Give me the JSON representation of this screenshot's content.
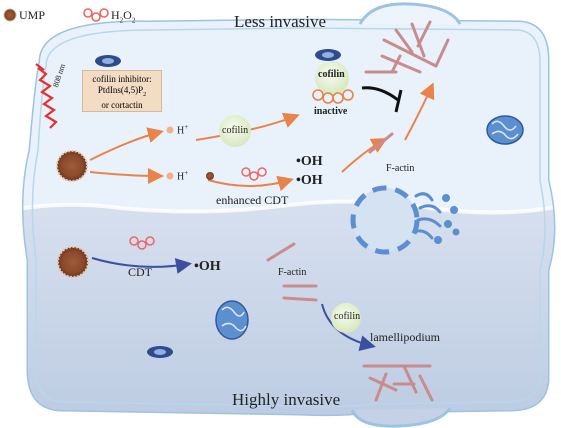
{
  "legend": {
    "ump_label": "UMP",
    "h2o2_label": "H",
    "h2o2_sub1": "2",
    "h2o2_mid": "O",
    "h2o2_sub2": "2"
  },
  "top_title": "Less invasive",
  "bottom_title": "Highly invasive",
  "laser_label": "808 nm",
  "inhibitor_box": {
    "line1": "cofilin inhibitor:",
    "line2": "PtdIns(4,5)P",
    "line2_sub": "2",
    "line3": "or cortactin"
  },
  "labels": {
    "h_plus_upper": "H",
    "h_plus_lower": "H",
    "plus": "+",
    "cofilin_upper": "cofilin",
    "cofilin_inactive_top": "cofilin",
    "inactive": "inactive",
    "oh_upper_1": "•OH",
    "oh_upper_2": "•OH",
    "enhanced_cdt": "enhanced CDT",
    "factin_upper": "F-actin",
    "cdt": "CDT",
    "oh_lower": "•OH",
    "factin_lower": "F-actin",
    "cofilin_lower": "cofilin",
    "lamellipodium": "lamellipodium"
  },
  "colors": {
    "upper_cell": "#e9f2fb",
    "lower_cell": "#c7d3e8",
    "membrane": "#8ab8dc",
    "arrow_orange": "#e8834a",
    "arrow_blue": "#3a4f9e",
    "factin": "#c98c8c",
    "cofilin_ball": "#e3f0cf",
    "laser": "#e53030"
  }
}
